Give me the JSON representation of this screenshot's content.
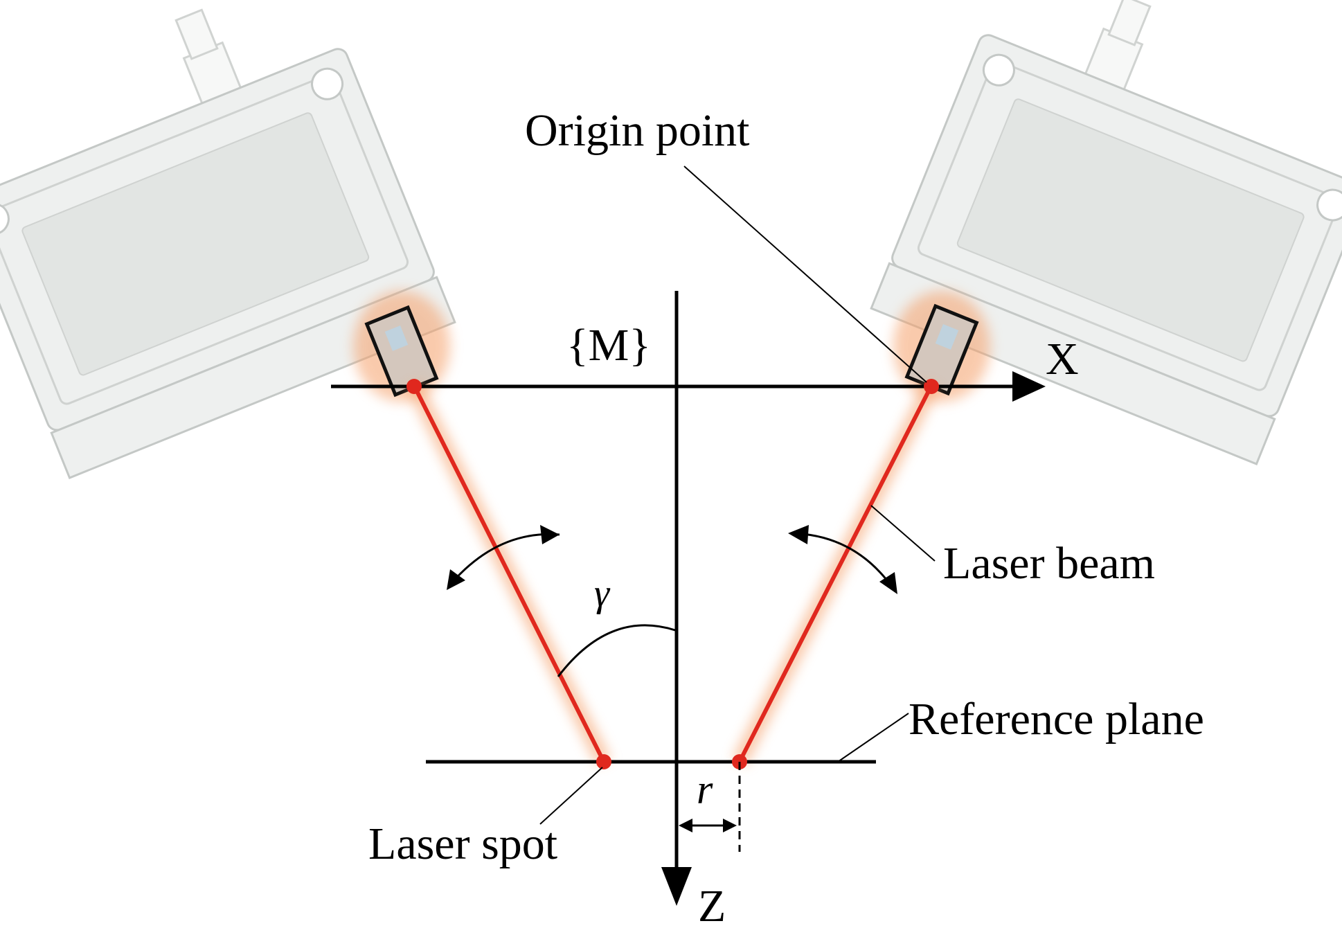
{
  "labels": {
    "origin_point": "Origin point",
    "frame": "{M}",
    "x_axis": "X",
    "z_axis": "Z",
    "laser_beam": "Laser beam",
    "reference_plane": "Reference plane",
    "laser_spot": "Laser spot",
    "gamma": "γ",
    "r": "r"
  },
  "colors": {
    "beam": "#e0281e",
    "glow": "#f5a06a",
    "sensor_body": "#eef0ef",
    "sensor_edge": "#c4c8c6",
    "line": "#000000"
  },
  "icons": [
    "laser-sensor-left",
    "laser-sensor-right",
    "rotation-arrow-left",
    "rotation-arrow-right"
  ]
}
